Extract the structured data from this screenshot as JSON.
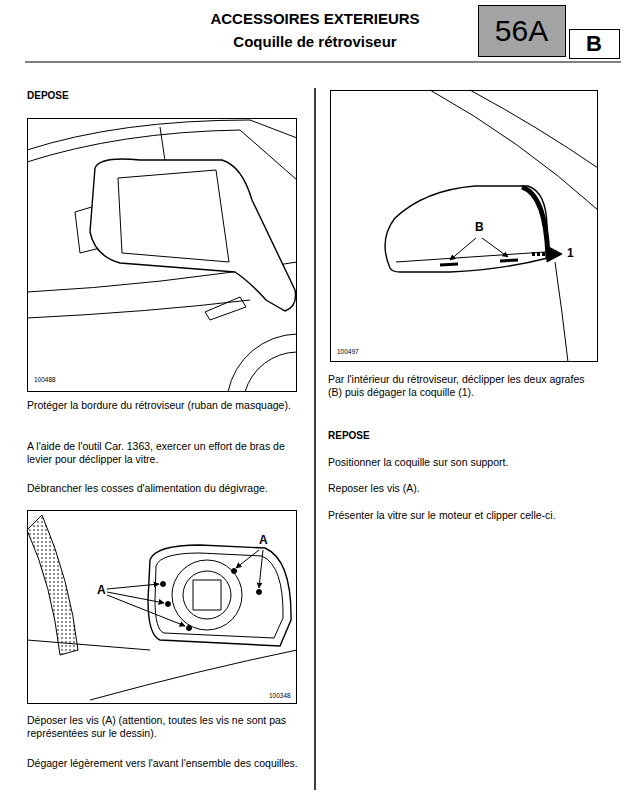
{
  "diagram": {
    "title": "ACCESSOIRES EXTERIEURS",
    "nodes": [
      {
        "text": [
          "56A"
        ]
      },
      {
        "text": [
          "B"
        ]
      },
      {
        "text": [
          "100488"
        ]
      },
      {
        "text": [
          "A",
          "A",
          "100348"
        ]
      },
      {
        "text": [
          "B",
          "1",
          "100497"
        ]
      }
    ],
    "labels": [
      "Coquille de rétroviseur",
      "DEPOSE",
      "Protéger la bordure du rétroviseur (ruban de masquage).",
      "A l'aide de l'outil Car. 1363, exercer un effort de bras de levier pour déclipper la vitre.",
      "Débrancher les cosses d'alimentation du dégivrage.",
      "Déposer les vis (A) (attention, toutes les vis ne sont pas représentées sur le dessin).",
      "Dégager légèrement vers l'avant l'ensemble des coquilles.",
      "Par l'intérieur du rétroviseur, déclipper les deux agrafes (B) puis dégager la coquille (1).",
      "REPOSE",
      "Positionner la coquille sur son support.",
      "Reposer les vis (A).",
      "Présenter la vitre sur le moteur et clipper celle-ci."
    ]
  }
}
